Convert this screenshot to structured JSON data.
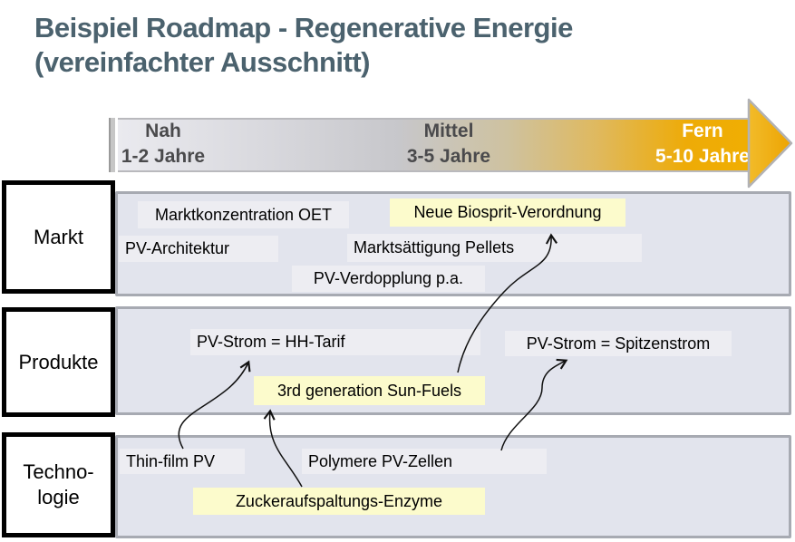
{
  "slide": {
    "title_line1": "Beispiel Roadmap - Regenerative Energie",
    "title_line2": "(vereinfachter Ausschnitt)"
  },
  "timeline": {
    "phases": [
      {
        "label": "Nah",
        "range": "1-2 Jahre"
      },
      {
        "label": "Mittel",
        "range": "3-5 Jahre"
      },
      {
        "label": "Fern",
        "range": "5-10 Jahre"
      }
    ]
  },
  "lanes": [
    {
      "label_lines": [
        "Markt"
      ],
      "items": [
        {
          "text": "Marktkonzentration OET",
          "highlight": false
        },
        {
          "text": "Neue Biosprit-Verordnung",
          "highlight": true
        },
        {
          "text": "PV-Architektur",
          "highlight": false
        },
        {
          "text": "Marktsättigung Pellets",
          "highlight": false
        },
        {
          "text": "PV-Verdopplung p.a.",
          "highlight": false
        }
      ]
    },
    {
      "label_lines": [
        "Produkte"
      ],
      "items": [
        {
          "text": "PV-Strom = HH-Tarif",
          "highlight": false
        },
        {
          "text": "PV-Strom = Spitzenstrom",
          "highlight": false
        },
        {
          "text": "3rd generation Sun-Fuels",
          "highlight": true
        }
      ]
    },
    {
      "label_lines": [
        "Techno-",
        "logie"
      ],
      "items": [
        {
          "text": "Thin-film PV",
          "highlight": false
        },
        {
          "text": "Polymere PV-Zellen",
          "highlight": false
        },
        {
          "text": "Zuckeraufspaltungs-Enzyme",
          "highlight": true
        }
      ]
    }
  ],
  "connections": [
    {
      "from": "Thin-film PV",
      "to": "PV-Strom = HH-Tarif"
    },
    {
      "from": "Zuckeraufspaltungs-Enzyme",
      "to": "3rd generation Sun-Fuels"
    },
    {
      "from": "Polymere PV-Zellen",
      "to": "PV-Strom = Spitzenstrom"
    },
    {
      "from": "3rd generation Sun-Fuels",
      "to": "Neue Biosprit-Verordnung"
    }
  ],
  "colors": {
    "title": "#4b626e",
    "lane_fill": "#e2e4ed",
    "lane_border": "#a7aab2",
    "item_fill": "#ededf2",
    "highlight_fill": "#fcfbcc",
    "timeline_gold": "#f0ae02"
  }
}
